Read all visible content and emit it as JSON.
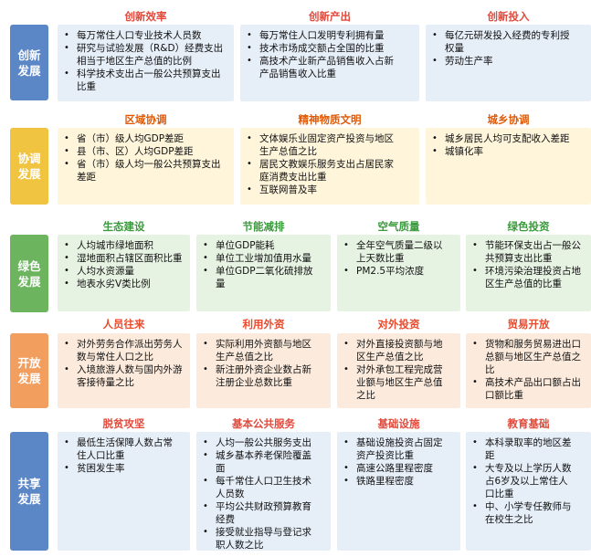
{
  "sections": [
    {
      "label": "创新发展",
      "color": "#5B87C7",
      "fill": "#E6EEF8",
      "head": "#E04A3C",
      "groups": [
        {
          "title": "创新效率",
          "items": [
            "每万常住人口专业技术人员数",
            "研究与试验发展（R&D）经费支出相当于地区生产总值的比例",
            "科学技术支出占一般公共预算支出比重"
          ]
        },
        {
          "title": "创新产出",
          "items": [
            "每万常住人口发明专利拥有量",
            "技术市场成交额占全国的比重",
            "高技术产业新产品销售收入占新产品销售收入比重"
          ]
        },
        {
          "title": "创新投入",
          "items": [
            "每亿元研发投入经费的专利授权量",
            "劳动生产率"
          ]
        }
      ]
    },
    {
      "label": "协调发展",
      "color": "#F0C441",
      "fill": "#FEF5DB",
      "head": "#DE5A08",
      "groups": [
        {
          "title": "区域协调",
          "items": [
            "省（市）级人均GDP差距",
            "县（市、区）人均GDP差距",
            "省（市）级人均一般公共预算支出差距"
          ]
        },
        {
          "title": "精神物质文明",
          "items": [
            "文体娱乐业固定资产投资与地区生产总值之比",
            "居民文教娱乐服务支出占居民家庭消费支出比重",
            "互联网普及率"
          ]
        },
        {
          "title": "城乡协调",
          "items": [
            "城乡居民人均可支配收入差距",
            "城镇化率"
          ]
        }
      ]
    },
    {
      "label": "绿色发展",
      "color": "#6CB55E",
      "fill": "#E6F2E2",
      "head": "#3A9A3C",
      "groups": [
        {
          "title": "生态建设",
          "items": [
            "人均城市绿地面积",
            "湿地面积占辖区面积比重",
            "人均水资源量",
            "地表水劣Ⅴ类比例"
          ]
        },
        {
          "title": "节能减排",
          "items": [
            "单位GDP能耗",
            "单位工业增加值用水量",
            "单位GDP二氧化硫排放量"
          ]
        },
        {
          "title": "空气质量",
          "items": [
            "全年空气质量二级以上天数比重",
            "PM2.5平均浓度"
          ]
        },
        {
          "title": "绿色投资",
          "items": [
            "节能环保支出占一般公共预算支出比重",
            "环境污染治理投资占地区生产总值的比重"
          ]
        }
      ]
    },
    {
      "label": "开放发展",
      "color": "#F29E5E",
      "fill": "#FCEBDD",
      "head": "#E84A2C",
      "groups": [
        {
          "title": "人员往来",
          "items": [
            "对外劳务合作派出劳务人数与常住人口之比",
            "入境旅游人数与国内外游客接待量之比"
          ]
        },
        {
          "title": "利用外资",
          "items": [
            "实际利用外资额与地区生产总值之比",
            "新注册外资企业数占新注册企业总数比重"
          ]
        },
        {
          "title": "对外投资",
          "items": [
            "对外直接投资额与地区生产总值之比",
            "对外承包工程完成营业额与地区生产总值之比"
          ]
        },
        {
          "title": "贸易开放",
          "items": [
            "货物和服务贸易进出口总额与地区生产总值之比",
            "高技术产品出口额占出口额比重"
          ]
        }
      ]
    },
    {
      "label": "共享发展",
      "color": "#5B87C7",
      "fill": "#E6EEF8",
      "head": "#E04A3C",
      "groups": [
        {
          "title": "脱贫攻坚",
          "items": [
            "最低生活保障人数占常住人口比重",
            "贫困发生率"
          ]
        },
        {
          "title": "基本公共服务",
          "items": [
            "人均一般公共服务支出",
            "城乡基本养老保险覆盖面",
            "每千常住人口卫生技术人员数",
            "平均公共财政预算教育经费",
            "接受就业指导与登记求职人数之比"
          ]
        },
        {
          "title": "基础设施",
          "items": [
            "基础设施投资占固定资产投资比重",
            "高速公路里程密度",
            "铁路里程密度"
          ]
        },
        {
          "title": "教育基础",
          "items": [
            "本科录取率的地区差距",
            "大专及以上学历人数占6岁及以上常住人口比重",
            "中、小学专任教师与在校生之比"
          ]
        }
      ]
    }
  ]
}
